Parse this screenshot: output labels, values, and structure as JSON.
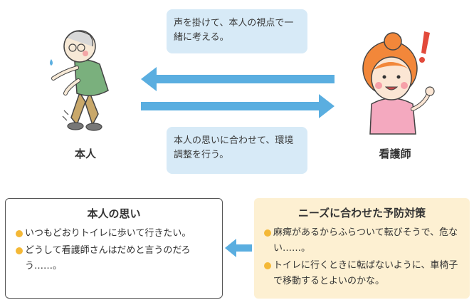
{
  "bubbles": {
    "top": "声を掛けて、本人の視点で一緒に考える。",
    "bottom": "本人の思いに合わせて、環境調整を行う。"
  },
  "figures": {
    "patient_label": "本人",
    "nurse_label": "看護師"
  },
  "patient_box": {
    "title": "本人の思い",
    "items": [
      "いつもどおりトイレに歩いて行きたい。",
      "どうして看護師さんはだめと言うのだろう……。"
    ]
  },
  "needs_box": {
    "title": "ニーズに合わせた予防対策",
    "items": [
      "麻痺があるからふらついて転びそうで、危ない……。",
      "トイレに行くときに転ばないように、車椅子で移動するとよいのかな。"
    ]
  },
  "colors": {
    "arrow": "#5aaee0",
    "bubble_bg": "#d7eaf7",
    "needs_bg": "#fdf0d2",
    "bullet": "#f4b836",
    "exclamation": "#e24a3b"
  },
  "icons": {
    "patient": "elderly-person-icon",
    "nurse": "nurse-icon"
  }
}
